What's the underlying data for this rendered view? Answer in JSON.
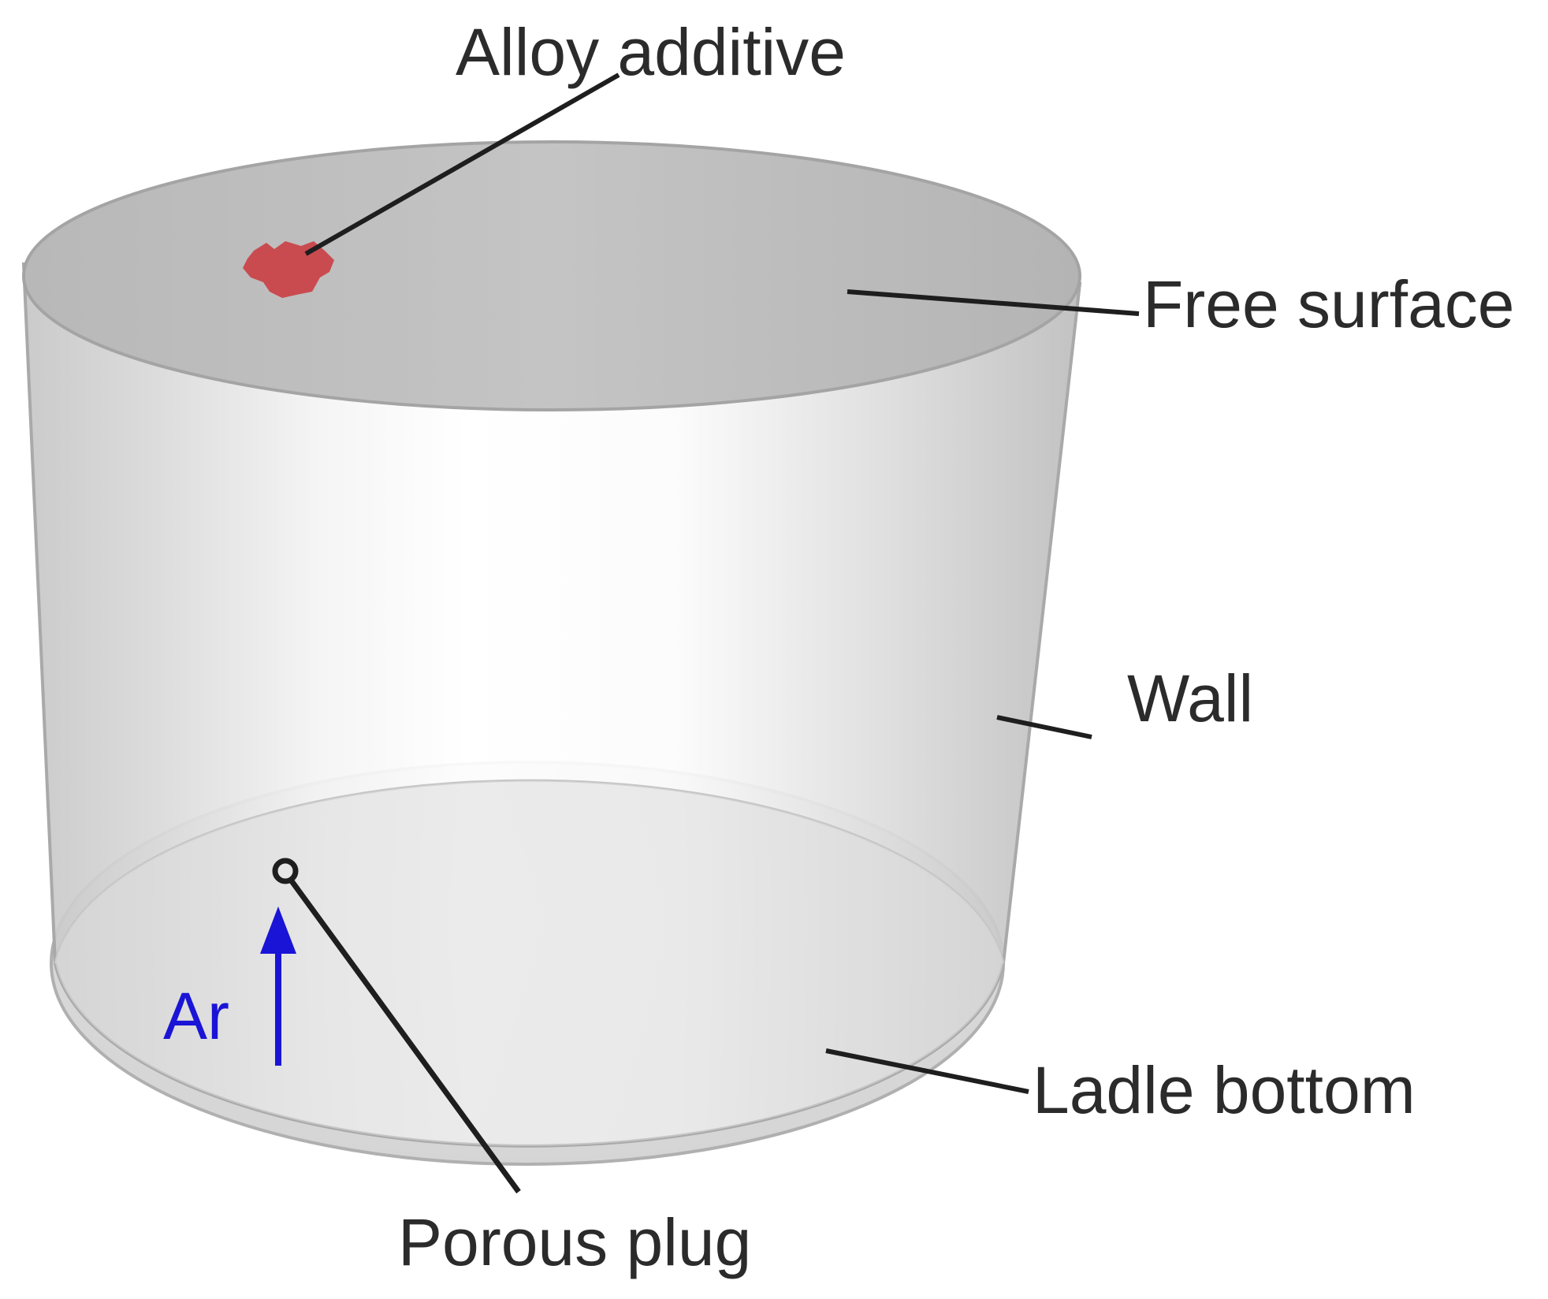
{
  "labels": {
    "alloy_additive": "Alloy additive",
    "free_surface": "Free surface",
    "wall": "Wall",
    "ladle_bottom": "Ladle bottom",
    "porous_plug": "Porous plug",
    "argon": "Ar"
  },
  "colors": {
    "alloy_additive": "#c9454a",
    "argon_arrow": "#1a14d6",
    "leader_lines": "#1e1e1e",
    "top_surface": "#bdbdbd",
    "wall_shade": "#d3d3d3",
    "bottom_surface": "#dedede",
    "outline": "#a9a9a9"
  }
}
